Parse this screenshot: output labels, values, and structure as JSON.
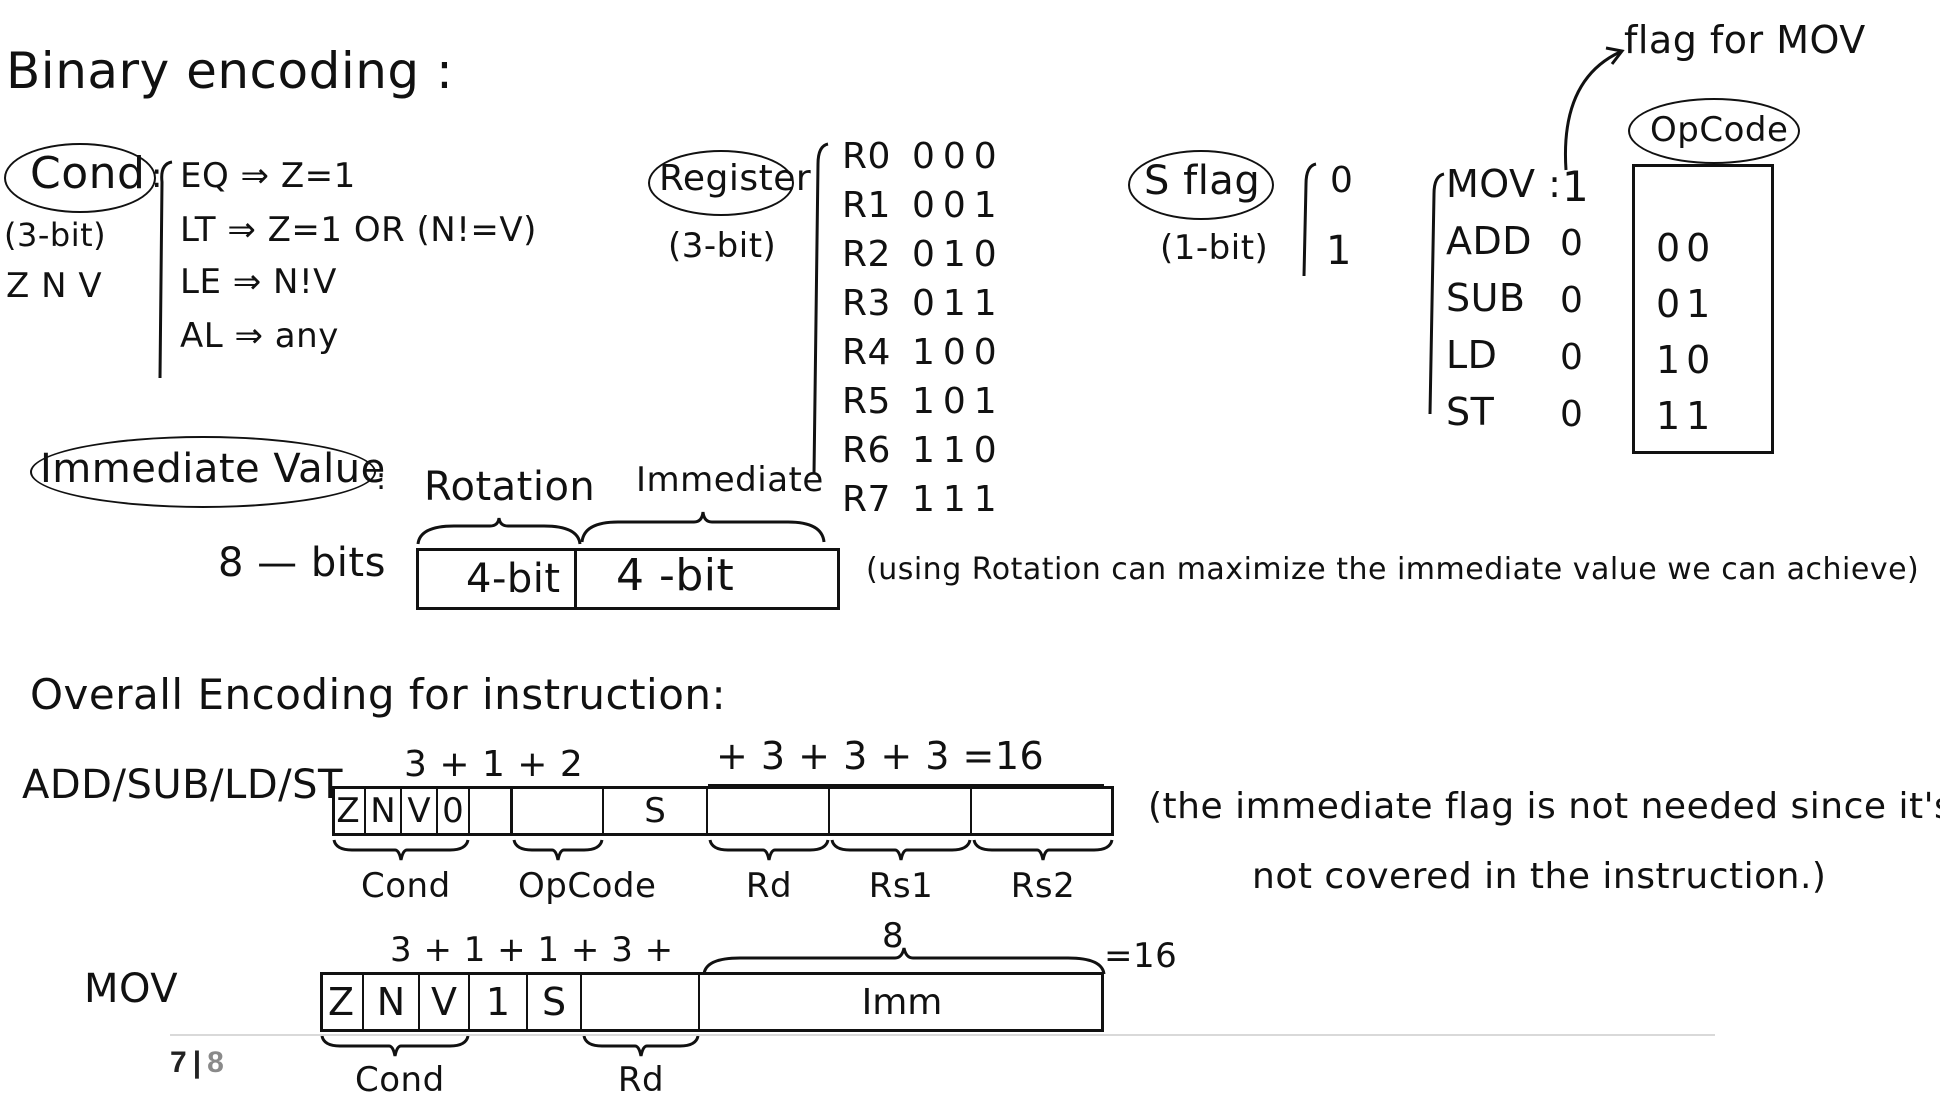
{
  "title": "Binary encoding :",
  "cond": {
    "label": "Cond",
    "colon": ":",
    "bits": "(3-bit)",
    "flags": "Z N V",
    "rules": [
      "EQ ⇒ Z=1",
      "LT ⇒ Z=1 OR (N!=V)",
      "LE ⇒ N!V",
      "AL ⇒ any"
    ]
  },
  "register": {
    "label": "Register",
    "bits": "(3-bit)",
    "names": [
      "R0",
      "R1",
      "R2",
      "R3",
      "R4",
      "R5",
      "R6",
      "R7"
    ],
    "codes": [
      "000",
      "001",
      "010",
      "011",
      "100",
      "101",
      "110",
      "111"
    ]
  },
  "sflag": {
    "label": "S flag",
    "bits": "(1-bit)",
    "values": [
      "0",
      "1"
    ]
  },
  "opcode": {
    "annotation": "flag for MOV",
    "label": "OpCode",
    "instrs": [
      "MOV :",
      "ADD",
      "SUB",
      "LD",
      "ST"
    ],
    "flags": [
      "1",
      "0",
      "0",
      "0",
      "0"
    ],
    "codes": [
      "00",
      "01",
      "10",
      "11"
    ]
  },
  "immediate": {
    "label": "Immediate Value",
    "colon": ":",
    "bits": "8 — bits",
    "rotation_label": "Rotation",
    "immediate_label": "Immediate",
    "field1": "4-bit",
    "field2": "4 -bit",
    "note": "(using Rotation can maximize  the immediate value we can achieve)"
  },
  "overall": {
    "title": "Overall Encoding  for  instruction:",
    "row1": {
      "label": "ADD/SUB/LD/ST",
      "sum_left": "3 + 1 + 2",
      "sum_right": "+ 3  +   3  +    3  =16",
      "cells": [
        "Z",
        "N",
        "V",
        "0",
        "",
        "S",
        "",
        "",
        ""
      ],
      "brace_labels": [
        "Cond",
        "OpCode",
        "Rd",
        "Rs1",
        "Rs2"
      ],
      "note_line1": "(the immediate flag is not needed since it's",
      "note_line2": "not covered in the instruction.)"
    },
    "row2": {
      "label": "MOV",
      "sum_left": "3  + 1 + 1 + 3  +",
      "sum_top": "8",
      "sum_end": "=16",
      "cells": [
        "Z",
        "N",
        "V",
        "1",
        "S",
        "",
        "Imm"
      ],
      "brace_labels": [
        "Cond",
        "Rd"
      ]
    }
  },
  "page_number": {
    "current": "7",
    "separator": "|",
    "total": "8"
  }
}
